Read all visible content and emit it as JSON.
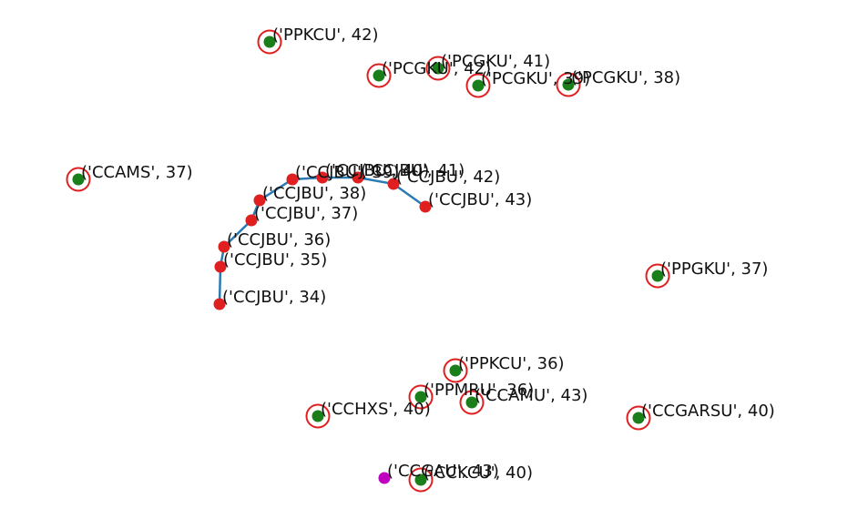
{
  "chart_data": {
    "type": "scatter",
    "colors": {
      "node_fill": "#1a7f1a",
      "node_ring": "#e02020",
      "path_point": "#e02020",
      "path_line": "#2a7ab5",
      "special_point": "#bf00bf"
    },
    "path": {
      "points": [
        {
          "label": "('CCJBU', 34)"
        },
        {
          "label": "('CCJBU', 35)"
        },
        {
          "label": "('CCJBU', 36)"
        },
        {
          "label": "('CCJBU', 37)"
        },
        {
          "label": "('CCJBU', 38)"
        },
        {
          "label": "('CCJBU', 39)"
        },
        {
          "label": "('CCJBU', 40)"
        },
        {
          "label": "('CCJBU', 41)"
        },
        {
          "label": "('CCJBU', 42)"
        },
        {
          "label": "('CCJBU', 43)"
        }
      ]
    },
    "nodes": [
      {
        "label": "('PPKCU', 42)"
      },
      {
        "label": "('PCGKU', 42)"
      },
      {
        "label": "('PCGKU', 41)"
      },
      {
        "label": "('PCGKU', 39)"
      },
      {
        "label": "('PCGKU', 38)"
      },
      {
        "label": "('CCAMS', 37)"
      },
      {
        "label": "('PPGKU', 37)"
      },
      {
        "label": "('PPKCU', 36)"
      },
      {
        "label": "('PPMRU', 36)"
      },
      {
        "label": "('CCAMU', 43)"
      },
      {
        "label": "('CCHXS', 40)"
      },
      {
        "label": "('CCGARSU', 40)"
      },
      {
        "label": "('CCKCU', 40)"
      }
    ],
    "special": [
      {
        "label": "('CCGAU', 43)"
      }
    ]
  }
}
